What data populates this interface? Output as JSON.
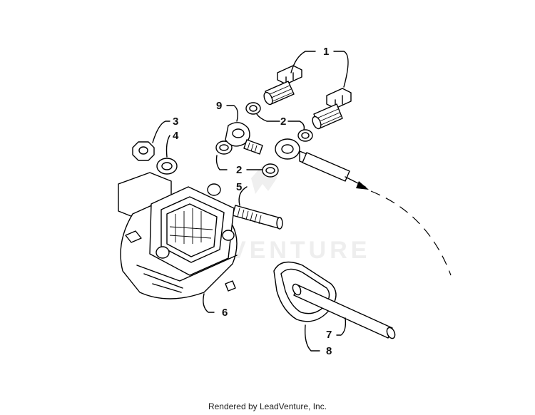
{
  "watermark": "VENTURE",
  "callouts": [
    "1",
    "2",
    "2",
    "3",
    "4",
    "5",
    "6",
    "7",
    "8",
    "9"
  ],
  "footer": "Rendered by LeadVenture, Inc."
}
